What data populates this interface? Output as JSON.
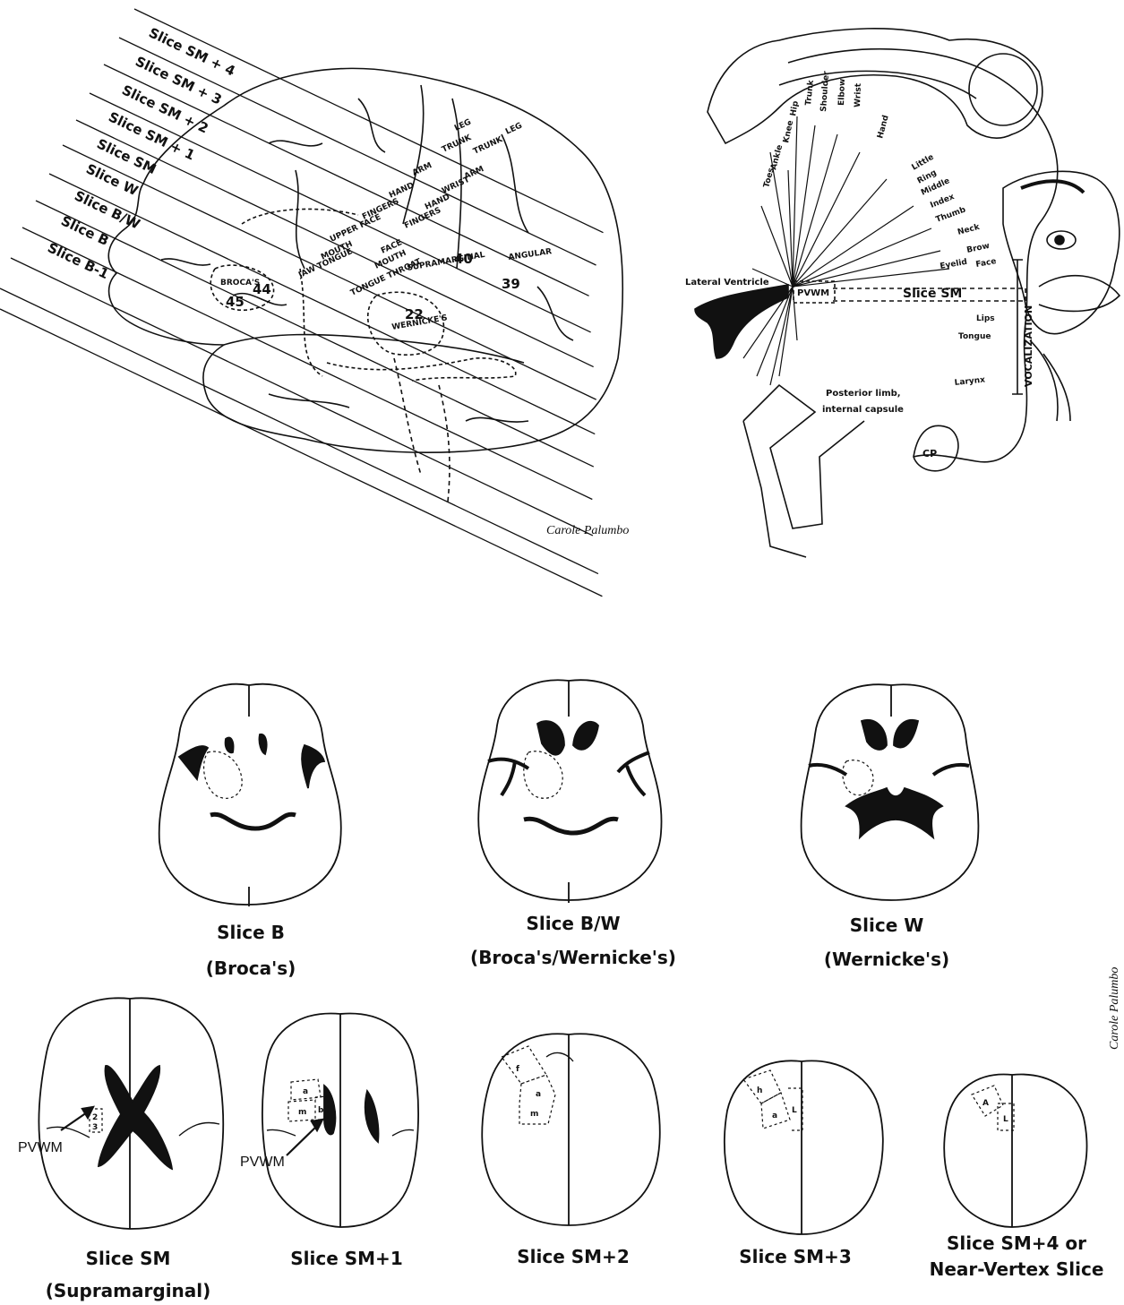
{
  "lateral_view": {
    "slice_labels": [
      "Slice SM + 4",
      "Slice SM + 3",
      "Slice SM + 2",
      "Slice SM + 1",
      "Slice SM",
      "Slice W",
      "Slice B/W",
      "Slice B",
      "Slice B-1"
    ],
    "areas": {
      "leg1": "LEG",
      "leg2": "LEG",
      "trunk1": "TRUNK",
      "trunk2": "TRUNK",
      "arm1": "ARM",
      "arm2": "ARM",
      "hand1": "HAND",
      "wrist": "WRIST",
      "hand2": "HAND",
      "fingers1": "FINGERS",
      "fingers2": "FINGERS",
      "upper_face": "UPPER FACE",
      "face": "FACE",
      "mouth1": "MOUTH",
      "mouth2": "MOUTH",
      "jaw_tongue": "JAW TONGUE",
      "tongue_throat": "TONGUE THROAT",
      "brocas": "BROCA'S",
      "num45": "45",
      "num44": "44",
      "num40": "40",
      "supramarginal": "SUPRAMARGINAL",
      "angular": "ANGULAR",
      "num39": "39",
      "num22": "22",
      "wernickes": "WERNICKE'S"
    },
    "signature": "Carole Palumbo"
  },
  "coronal_view": {
    "body_parts": [
      "Toes",
      "Ankle",
      "Knee",
      "Hip",
      "Trunk",
      "Shoulder",
      "Elbow",
      "Wrist",
      "Hand",
      "Little",
      "Ring",
      "Middle",
      "Index",
      "Thumb",
      "Neck",
      "Brow",
      "Eyelid",
      "Face",
      "Lips",
      "Tongue",
      "Larynx"
    ],
    "vocalization": "VOCALIZATION",
    "lateral_ventricle": "Lateral Ventricle",
    "pvwm": "PVWM",
    "slice_sm": "Slice SM",
    "posterior_limb": "Posterior limb,",
    "internal_capsule": "internal capsule",
    "initials": "CP"
  },
  "axial_row1": [
    {
      "title": "Slice B",
      "subtitle": "(Broca's)"
    },
    {
      "title": "Slice B/W",
      "subtitle": "(Broca's/Wernicke's)"
    },
    {
      "title": "Slice W",
      "subtitle": "(Wernicke's)"
    }
  ],
  "axial_row2": [
    {
      "title": "Slice SM",
      "subtitle": "(Supramarginal)",
      "pvwm": "PVWM",
      "box_labels": [
        "2",
        "3"
      ]
    },
    {
      "title": "Slice SM+1",
      "pvwm": "PVWM",
      "box_labels": [
        "a",
        "m",
        "b"
      ]
    },
    {
      "title": "Slice SM+2",
      "box_labels": [
        "f",
        "a",
        "m"
      ]
    },
    {
      "title": "Slice SM+3",
      "box_labels": [
        "h",
        "a",
        "L"
      ]
    },
    {
      "title": "Slice SM+4 or",
      "title2": "Near-Vertex Slice",
      "box_labels": [
        "A",
        "L"
      ]
    }
  ],
  "side_signature": "Carole Palumbo"
}
